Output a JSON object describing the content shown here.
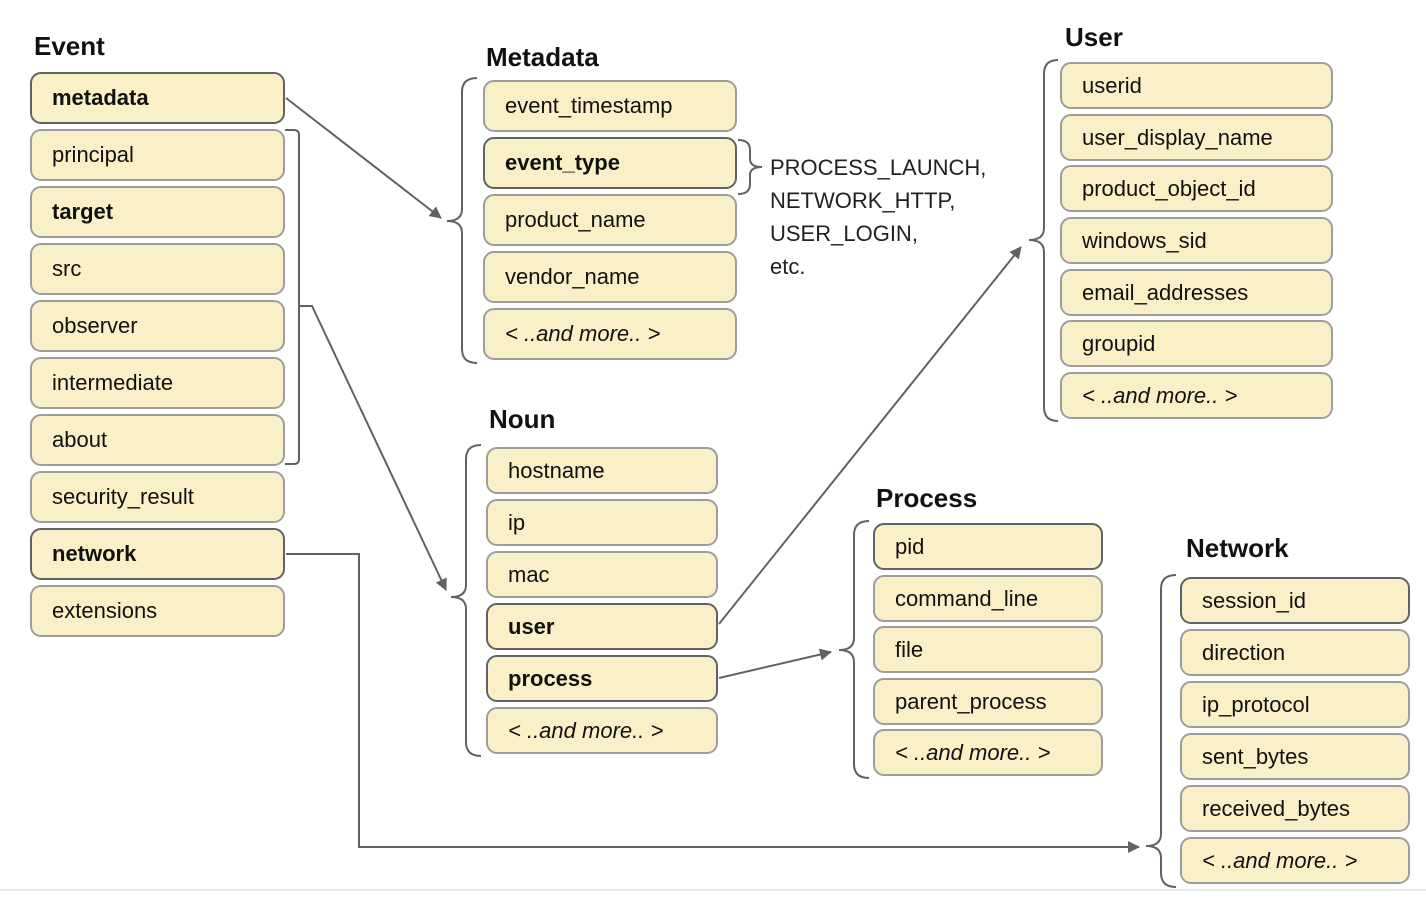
{
  "page": {
    "background": "#ffffff"
  },
  "colors": {
    "box_fill": "#faf0c8",
    "box_border": "#9d9d9d",
    "box_border_highlight": "#5f6368",
    "connector_line": "#5f6368",
    "text": "#111111",
    "annotation_text": "#202124",
    "divider": "#e7e9ea"
  },
  "groups": {
    "event": {
      "title": "Event",
      "items": [
        {
          "label": "metadata",
          "bold": true,
          "dark_border": true
        },
        {
          "label": "principal"
        },
        {
          "label": "target",
          "bold": true
        },
        {
          "label": "src"
        },
        {
          "label": "observer"
        },
        {
          "label": "intermediate"
        },
        {
          "label": "about"
        },
        {
          "label": "security_result"
        },
        {
          "label": "network",
          "bold": true,
          "dark_border": true
        },
        {
          "label": "extensions"
        }
      ]
    },
    "metadata": {
      "title": "Metadata",
      "items": [
        {
          "label": "event_timestamp"
        },
        {
          "label": "event_type",
          "bold": true,
          "dark_border": true
        },
        {
          "label": "product_name"
        },
        {
          "label": "vendor_name"
        },
        {
          "label": "< ..and more.. >",
          "italic": true
        }
      ]
    },
    "user": {
      "title": "User",
      "items": [
        {
          "label": "userid"
        },
        {
          "label": "user_display_name"
        },
        {
          "label": "product_object_id"
        },
        {
          "label": "windows_sid"
        },
        {
          "label": "email_addresses"
        },
        {
          "label": "groupid"
        },
        {
          "label": "< ..and more.. >",
          "italic": true
        }
      ]
    },
    "noun": {
      "title": "Noun",
      "items": [
        {
          "label": "hostname"
        },
        {
          "label": "ip"
        },
        {
          "label": "mac"
        },
        {
          "label": "user",
          "bold": true,
          "dark_border": true
        },
        {
          "label": "process",
          "bold": true,
          "dark_border": true
        },
        {
          "label": "< ..and more.. >",
          "italic": true
        }
      ]
    },
    "process": {
      "title": "Process",
      "items": [
        {
          "label": "pid",
          "dark_border": true
        },
        {
          "label": "command_line"
        },
        {
          "label": "file"
        },
        {
          "label": "parent_process"
        },
        {
          "label": "< ..and more.. >",
          "italic": true
        }
      ]
    },
    "network": {
      "title": "Network",
      "items": [
        {
          "label": "session_id",
          "dark_border": true
        },
        {
          "label": "direction"
        },
        {
          "label": "ip_protocol"
        },
        {
          "label": "sent_bytes"
        },
        {
          "label": "received_bytes"
        },
        {
          "label": "< ..and more.. >",
          "italic": true
        }
      ]
    }
  },
  "annotation": {
    "lines": [
      "PROCESS_LAUNCH,",
      "NETWORK_HTTP,",
      "USER_LOGIN,",
      "etc."
    ]
  },
  "connections": [
    {
      "from": "event.metadata",
      "to": "metadata-group",
      "type": "arrow-to-brace"
    },
    {
      "from": "event.principal-through-about",
      "to": "noun-group",
      "type": "bracket-arrow-to-brace"
    },
    {
      "from": "noun.user",
      "to": "user-group",
      "type": "arrow-to-brace"
    },
    {
      "from": "noun.process",
      "to": "process-group",
      "type": "arrow-to-brace"
    },
    {
      "from": "event.network",
      "to": "network-group",
      "type": "elbow-arrow-to-brace"
    },
    {
      "from": "metadata.event_type",
      "to": "event-type-values-annotation",
      "type": "brace"
    }
  ]
}
